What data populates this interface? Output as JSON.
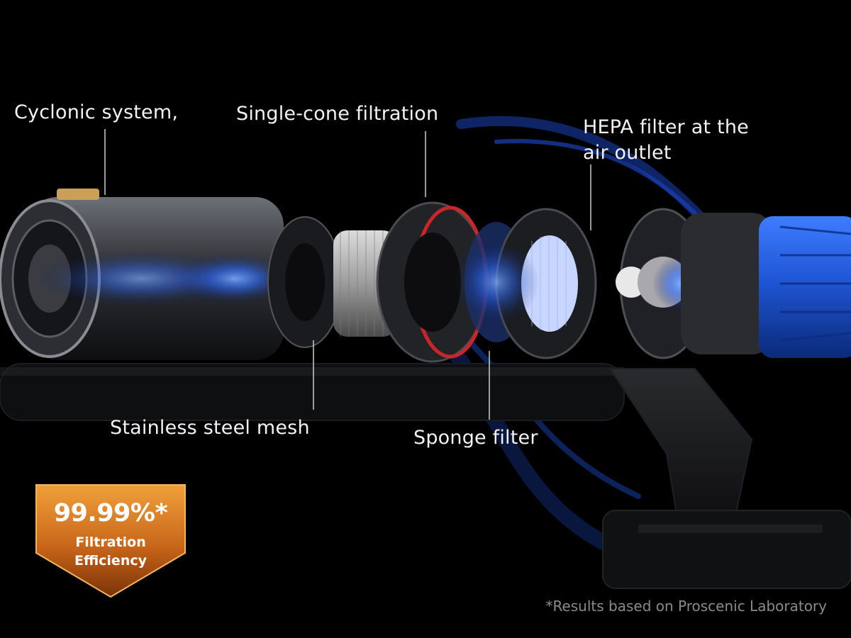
{
  "labels": {
    "cyclonic": "Cyclonic system,",
    "single_cone": "Single-cone filtration",
    "hepa_line1": "HEPA filter at the",
    "hepa_line2": "air outlet",
    "mesh": "Stainless steel mesh",
    "sponge": "Sponge filter"
  },
  "badge": {
    "value": "99.99%*",
    "line1": "Filtration",
    "line2": "Efficiency"
  },
  "footnote": "*Results based on Proscenic Laboratory",
  "colors": {
    "background": "#000000",
    "airflow_blue": "#2f6bff",
    "body_blue": "#1f56d6",
    "badge_orange": "#d9741a",
    "seal_red": "#c8262a"
  }
}
